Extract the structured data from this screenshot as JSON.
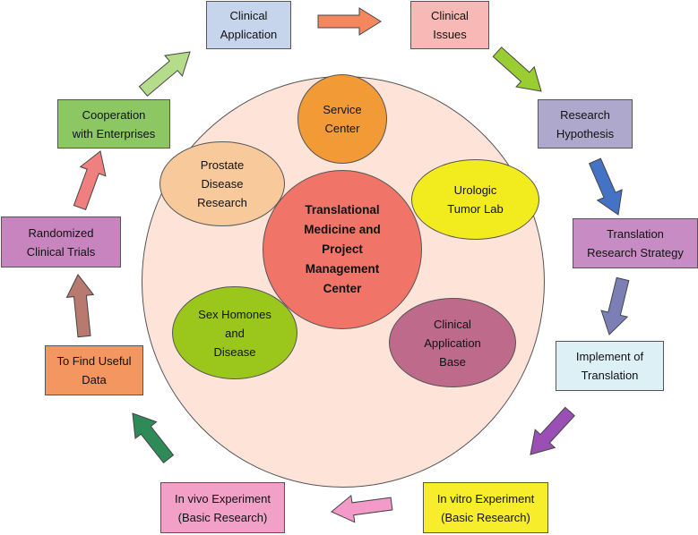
{
  "center": {
    "label": "Translational\nMedicine and\nProject\nManagement\nCenter",
    "color": "#f07468"
  },
  "big_circle_color": "#fde3d8",
  "inner_nodes": [
    {
      "id": "service-center",
      "label": "Service\nCenter",
      "color": "#f29b36"
    },
    {
      "id": "urologic-tumor-lab",
      "label": "Urologic\nTumor Lab",
      "color": "#f2ec1f"
    },
    {
      "id": "clinical-application-base",
      "label": "Clinical\nApplication\nBase",
      "color": "#bd6a8b"
    },
    {
      "id": "sex-homones-and-disease",
      "label": "Sex Homones\nand\nDisease",
      "color": "#9bc71c"
    },
    {
      "id": "prostate-disease-research",
      "label": "Prostate\nDisease\nResearch",
      "color": "#f8c99b"
    }
  ],
  "outer_nodes": [
    {
      "id": "clinical-application",
      "label": "Clinical\nApplication",
      "color": "#c6d5ec"
    },
    {
      "id": "clinical-issues",
      "label": "Clinical\nIssues",
      "color": "#f7b8b6"
    },
    {
      "id": "research-hypothesis",
      "label": "Research\nHypothesis",
      "color": "#aea9cc"
    },
    {
      "id": "translation-research-strategy",
      "label": "Translation\nResearch Strategy",
      "color": "#c78cc3"
    },
    {
      "id": "implement-of-translation",
      "label": "Implement of\nTranslation",
      "color": "#dcf0f5"
    },
    {
      "id": "in-vitro-experiment",
      "label": "In vitro Experiment\n(Basic Research)",
      "color": "#f7ed2a"
    },
    {
      "id": "in-vivo-experiment",
      "label": "In vivo Experiment\n(Basic Research)",
      "color": "#f3a0c8"
    },
    {
      "id": "to-find-useful-data",
      "label": "To Find Useful\nData",
      "color": "#f4965f"
    },
    {
      "id": "randomized-clinical-trials",
      "label": "Randomized\nClinical Trials",
      "color": "#c884be"
    },
    {
      "id": "cooperation-with-enterprises",
      "label": "Cooperation\nwith Enterprises",
      "color": "#8cc763"
    }
  ],
  "arrows": [
    {
      "id": "arrow-application-to-issues",
      "color": "#f4875e"
    },
    {
      "id": "arrow-issues-to-hypothesis",
      "color": "#9acd32"
    },
    {
      "id": "arrow-hypothesis-to-strategy",
      "color": "#4472c4"
    },
    {
      "id": "arrow-strategy-to-implement",
      "color": "#7b7fb5"
    },
    {
      "id": "arrow-implement-to-in-vitro",
      "color": "#9a4fb5"
    },
    {
      "id": "arrow-in-vitro-to-in-vivo",
      "color": "#f49ac8"
    },
    {
      "id": "arrow-in-vivo-to-data",
      "color": "#2e8b57"
    },
    {
      "id": "arrow-data-to-trials",
      "color": "#b87a6f"
    },
    {
      "id": "arrow-trials-to-cooperation",
      "color": "#f08080"
    },
    {
      "id": "arrow-cooperation-to-application",
      "color": "#b5dc8a"
    }
  ]
}
